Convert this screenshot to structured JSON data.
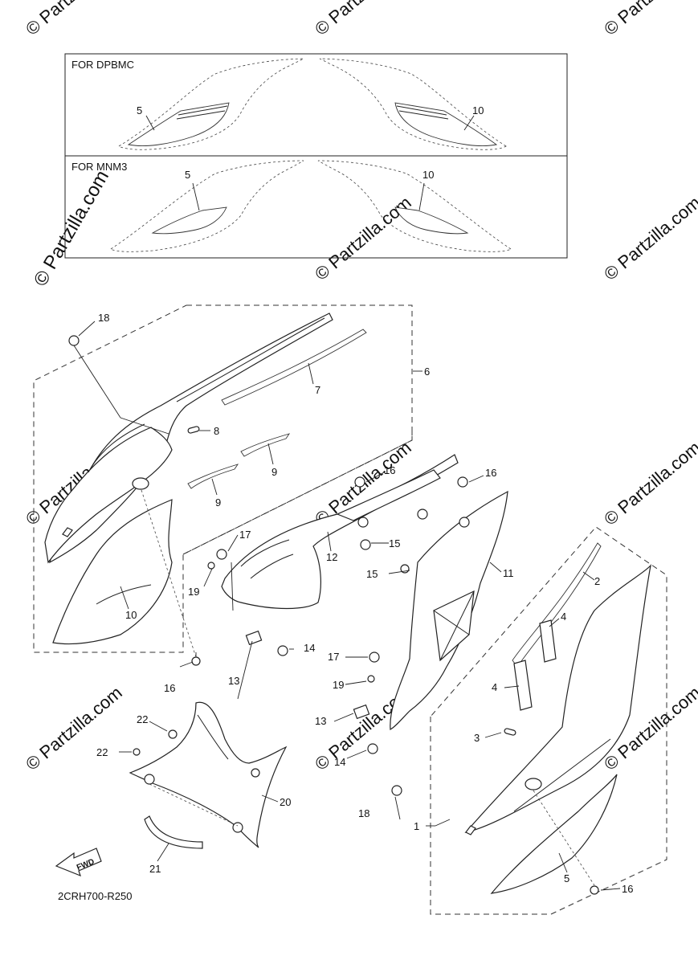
{
  "variant_boxes": [
    {
      "label": "FOR DPBMC",
      "callouts": [
        "5",
        "10"
      ]
    },
    {
      "label": "FOR MNM3",
      "callouts": [
        "5",
        "10"
      ]
    }
  ],
  "callouts": [
    "1",
    "2",
    "3",
    "4",
    "4",
    "5",
    "6",
    "7",
    "8",
    "9",
    "9",
    "10",
    "11",
    "12",
    "13",
    "13",
    "14",
    "14",
    "15",
    "15",
    "16",
    "16",
    "16",
    "16",
    "17",
    "17",
    "18",
    "18",
    "19",
    "19",
    "20",
    "21",
    "22",
    "22"
  ],
  "fwd_label": "FWD",
  "drawing_code": "2CRH700-R250",
  "watermark": "© Partzilla.com"
}
